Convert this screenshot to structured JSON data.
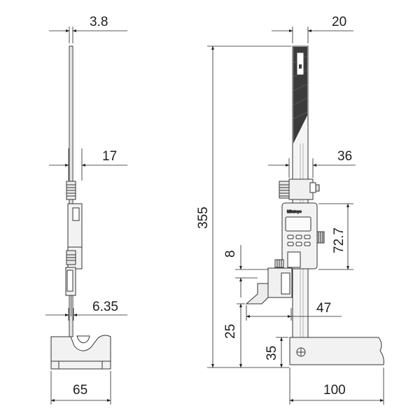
{
  "drawing": {
    "brand_logo": "Mitutoyo",
    "dimensions": {
      "side_top_width": "3.8",
      "side_slider_width": "17",
      "side_tip_width": "6.35",
      "side_base_width": "65",
      "front_column_width": "20",
      "front_slider_width": "36",
      "overall_height": "355",
      "display_height": "72.7",
      "scriber_thickness": "8",
      "scriber_reach": "47",
      "scriber_height": "25",
      "base_height": "35",
      "base_length": "100"
    }
  }
}
